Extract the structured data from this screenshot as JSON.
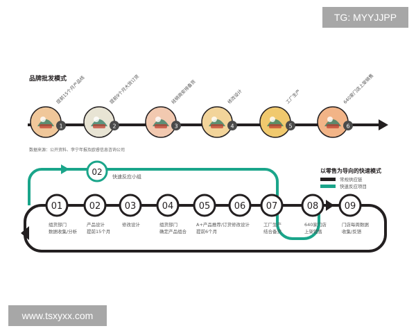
{
  "watermarks": {
    "top": "TG: MYYJJPP",
    "bottom": "www.tsxyxx.com"
  },
  "top_section": {
    "title": "品牌批发模式",
    "source": "数据来源：公开资料、李宁年报及欧睿信息咨询公司",
    "steps": [
      {
        "num": "1",
        "label": "提前15个月产品线",
        "icon": "shoe-sketch-icon",
        "bg": "#f0c79a"
      },
      {
        "num": "2",
        "label": "提前9个月大货订货",
        "icon": "crowd-gavel-icon",
        "bg": "#e8e4d4"
      },
      {
        "num": "3",
        "label": "经销商安排备货",
        "icon": "merchant-icon",
        "bg": "#f2c9b0"
      },
      {
        "num": "4",
        "label": "修改设计",
        "icon": "design-edit-icon",
        "bg": "#f2d49a"
      },
      {
        "num": "5",
        "label": "工厂生产",
        "icon": "factory-icon",
        "bg": "#f0c96e"
      },
      {
        "num": "6",
        "label": "640家门店上架销售",
        "icon": "store-icon",
        "bg": "#f2b487"
      }
    ]
  },
  "bottom_section": {
    "title": "以零售为导向的快速模式",
    "legend": [
      {
        "label": "常规供应链",
        "color": "#231f20"
      },
      {
        "label": "快速反应项目",
        "color": "#1aa58a"
      }
    ],
    "fast_node": {
      "num": "02",
      "label": "快速反应小组"
    },
    "nodes": [
      {
        "num": "01",
        "lines": [
          "组货部门",
          "数据收集/分析"
        ]
      },
      {
        "num": "02",
        "lines": [
          "产品设计",
          "提前15个月"
        ]
      },
      {
        "num": "03",
        "lines": [
          "修改设计",
          ""
        ]
      },
      {
        "num": "04",
        "lines": [
          "组货部门",
          "确定产品组合"
        ]
      },
      {
        "num": "05",
        "lines": [
          "A+产品推荐/订货",
          "提前6个月"
        ]
      },
      {
        "num": "06",
        "lines": [
          "修改设计",
          ""
        ]
      },
      {
        "num": "07",
        "lines": [
          "工厂生产",
          "结合备货"
        ]
      },
      {
        "num": "08",
        "lines": [
          "640家门店",
          "上架销售"
        ]
      },
      {
        "num": "09",
        "lines": [
          "门店每周数据",
          "收集/反馈"
        ]
      }
    ]
  },
  "colors": {
    "dark": "#231f20",
    "teal": "#1aa58a",
    "text": "#555555"
  }
}
